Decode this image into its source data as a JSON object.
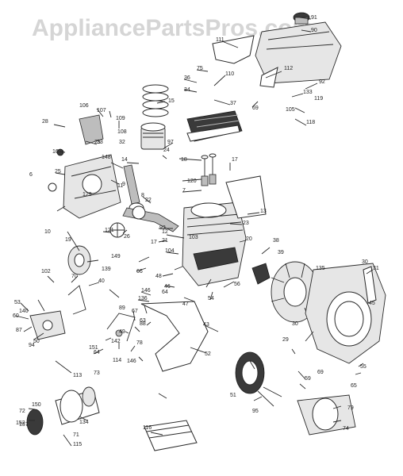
{
  "watermark": "AppliancePartsPros.com",
  "colors": {
    "ink": "#2a2a2a",
    "watermark": "#d5d5d5",
    "background": "#ffffff"
  },
  "callouts": [
    "91",
    "90",
    "111",
    "75",
    "36",
    "34",
    "110",
    "112",
    "92",
    "133",
    "119",
    "37",
    "69",
    "105",
    "118",
    "15",
    "106",
    "107",
    "28",
    "109",
    "108",
    "33",
    "32",
    "97",
    "25",
    "16",
    "24",
    "14",
    "148",
    "17",
    "18",
    "120",
    "6",
    "7",
    "25",
    "8",
    "9",
    "22",
    "11",
    "129",
    "13",
    "23",
    "26",
    "121",
    "93",
    "12",
    "21",
    "10",
    "19",
    "17",
    "104",
    "103",
    "20",
    "38",
    "39",
    "30",
    "31",
    "149",
    "135",
    "66",
    "102",
    "70",
    "40",
    "48",
    "46",
    "45",
    "43",
    "139",
    "146",
    "136",
    "64",
    "47",
    "56",
    "54",
    "53",
    "140",
    "60",
    "67",
    "63",
    "89",
    "88",
    "87",
    "50",
    "49",
    "142",
    "64",
    "78",
    "52",
    "30",
    "29",
    "69",
    "55",
    "65",
    "59",
    "51",
    "95",
    "150",
    "71",
    "79",
    "74",
    "72",
    "137",
    "134",
    "115",
    "116",
    "151",
    "73",
    "114",
    "113",
    "94",
    "146",
    "152"
  ]
}
